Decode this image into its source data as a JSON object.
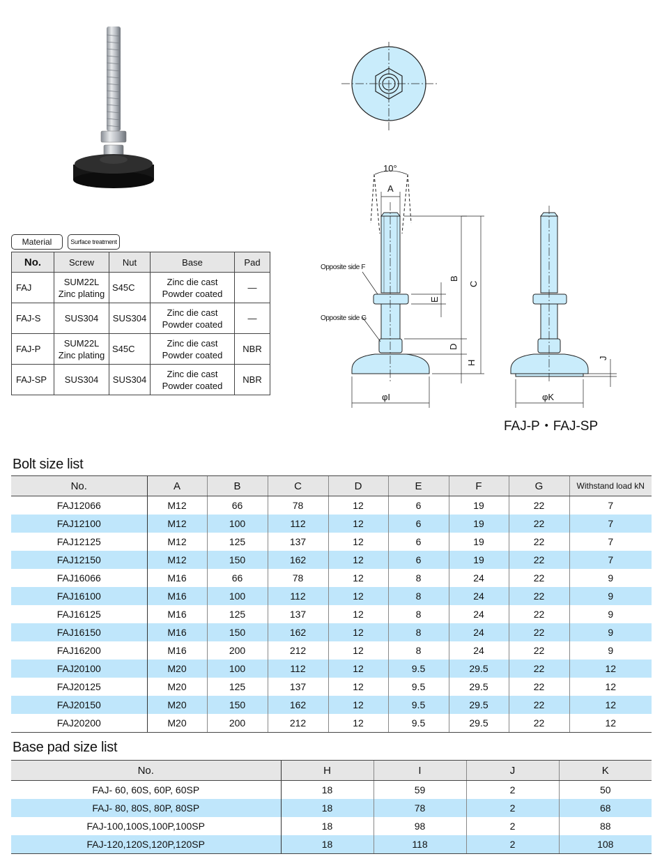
{
  "drawing": {
    "angle_label": "10°",
    "labels": {
      "A": "A",
      "B": "B",
      "C": "C",
      "D": "D",
      "E": "E",
      "H": "H",
      "J": "J"
    },
    "opposite_side_f": "Opposite side F",
    "opposite_side_g": "Opposite side G",
    "phi_i": "φI",
    "phi_k": "φK",
    "variant_caption": "FAJ-P・FAJ-SP"
  },
  "material": {
    "tag_material": "Material",
    "tag_surface": "Surface treatment",
    "headers": [
      "No.",
      "Screw",
      "Nut",
      "Base",
      "Pad"
    ],
    "rows": [
      {
        "no": "FAJ",
        "screw": [
          "SUM22L",
          "Zinc plating"
        ],
        "nut": "S45C",
        "base": [
          "Zinc die cast",
          "Powder coated"
        ],
        "pad": "—"
      },
      {
        "no": "FAJ-S",
        "screw": [
          "SUS304"
        ],
        "nut": "SUS304",
        "base": [
          "Zinc die cast",
          "Powder coated"
        ],
        "pad": "—"
      },
      {
        "no": "FAJ-P",
        "screw": [
          "SUM22L",
          "Zinc plating"
        ],
        "nut": "S45C",
        "base": [
          "Zinc die cast",
          "Powder coated"
        ],
        "pad": "NBR"
      },
      {
        "no": "FAJ-SP",
        "screw": [
          "SUS304"
        ],
        "nut": "SUS304",
        "base": [
          "Zinc die cast",
          "Powder coated"
        ],
        "pad": "NBR"
      }
    ]
  },
  "bolt": {
    "title": "Bolt size list",
    "headers": [
      "No.",
      "A",
      "B",
      "C",
      "D",
      "E",
      "F",
      "G",
      "Withstand load kN"
    ],
    "rows": [
      [
        "FAJ12066",
        "M12",
        "66",
        "78",
        "12",
        "6",
        "19",
        "22",
        "7"
      ],
      [
        "FAJ12100",
        "M12",
        "100",
        "112",
        "12",
        "6",
        "19",
        "22",
        "7"
      ],
      [
        "FAJ12125",
        "M12",
        "125",
        "137",
        "12",
        "6",
        "19",
        "22",
        "7"
      ],
      [
        "FAJ12150",
        "M12",
        "150",
        "162",
        "12",
        "6",
        "19",
        "22",
        "7"
      ],
      [
        "FAJ16066",
        "M16",
        "66",
        "78",
        "12",
        "8",
        "24",
        "22",
        "9"
      ],
      [
        "FAJ16100",
        "M16",
        "100",
        "112",
        "12",
        "8",
        "24",
        "22",
        "9"
      ],
      [
        "FAJ16125",
        "M16",
        "125",
        "137",
        "12",
        "8",
        "24",
        "22",
        "9"
      ],
      [
        "FAJ16150",
        "M16",
        "150",
        "162",
        "12",
        "8",
        "24",
        "22",
        "9"
      ],
      [
        "FAJ16200",
        "M16",
        "200",
        "212",
        "12",
        "8",
        "24",
        "22",
        "9"
      ],
      [
        "FAJ20100",
        "M20",
        "100",
        "112",
        "12",
        "9.5",
        "29.5",
        "22",
        "12"
      ],
      [
        "FAJ20125",
        "M20",
        "125",
        "137",
        "12",
        "9.5",
        "29.5",
        "22",
        "12"
      ],
      [
        "FAJ20150",
        "M20",
        "150",
        "162",
        "12",
        "9.5",
        "29.5",
        "22",
        "12"
      ],
      [
        "FAJ20200",
        "M20",
        "200",
        "212",
        "12",
        "9.5",
        "29.5",
        "22",
        "12"
      ]
    ]
  },
  "pad": {
    "title": "Base pad size list",
    "headers": [
      "No.",
      "H",
      "I",
      "J",
      "K"
    ],
    "rows": [
      [
        "FAJ- 60, 60S, 60P, 60SP",
        "18",
        "59",
        "2",
        "50"
      ],
      [
        "FAJ- 80, 80S, 80P, 80SP",
        "18",
        "78",
        "2",
        "68"
      ],
      [
        "FAJ-100,100S,100P,100SP",
        "18",
        "98",
        "2",
        "88"
      ],
      [
        "FAJ-120,120S,120P,120SP",
        "18",
        "118",
        "2",
        "108"
      ]
    ]
  },
  "colors": {
    "row_highlight": "#bfe6fb",
    "header_bg": "#e6e6e6",
    "drawing_fill": "#c9ecfb"
  }
}
